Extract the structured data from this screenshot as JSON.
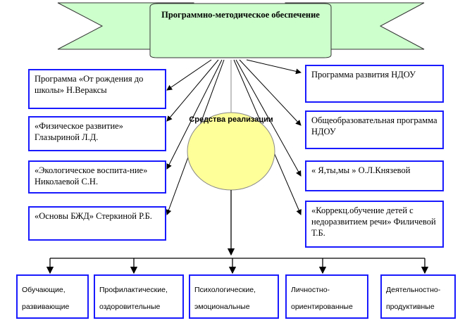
{
  "title": "Программно-методическое обеспечение",
  "center": "Средства реализации",
  "left_boxes": [
    "Программа «От рождения до школы» Н.Вераксы",
    "«Физическое развитие» Глазыриной Л.Д.",
    "«Экологическое воспита-ние» Николаевой С.Н.",
    "«Основы БЖД» Стеркиной Р.Б."
  ],
  "right_boxes": [
    "Программа развития НДОУ",
    "Общеобразовательная программа  НДОУ",
    "« Я,ты,мы » О.Л.Князевой",
    "«Коррекц.обучение  детей с недоразвитием речи» Филичевой Т.Б."
  ],
  "bottom_boxes": [
    "Обучающие, развивающие",
    "Профилактические, оздоровительные",
    "Психологические, эмоциональные",
    "Личностно-ориентированные",
    "Деятельностно-продуктивные"
  ],
  "colors": {
    "banner": "#ccffcc",
    "ellipse": "#ffff99",
    "border": "#1a1aff"
  }
}
